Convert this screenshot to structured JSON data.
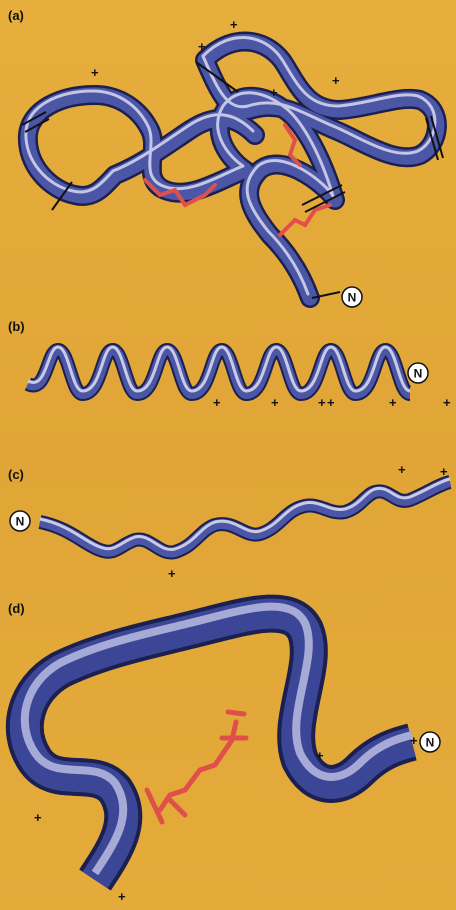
{
  "panels": [
    {
      "label": "(a)",
      "n_terminus": "N",
      "charge": "+"
    },
    {
      "label": "(b)",
      "n_terminus": "N",
      "charge": "+"
    },
    {
      "label": "(c)",
      "n_terminus": "N",
      "charge": "+"
    },
    {
      "label": "(d)",
      "n_terminus": "N",
      "charge": "+"
    }
  ],
  "colors": {
    "background": "#e3aa3a",
    "ribbon_dark": "#2a3170",
    "ribbon_mid": "#4b56a6",
    "ribbon_light": "#c9cbe6",
    "disulfide": "#e0504a"
  }
}
